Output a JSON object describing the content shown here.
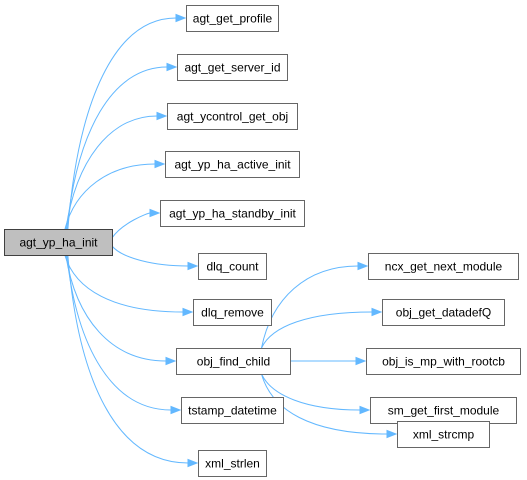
{
  "graph": {
    "root": {
      "id": "root",
      "label": "agt_yp_ha_init",
      "selected": true
    },
    "nodes": [
      {
        "id": "n1",
        "label": "agt_get_profile"
      },
      {
        "id": "n2",
        "label": "agt_get_server_id"
      },
      {
        "id": "n3",
        "label": "agt_ycontrol_get_obj"
      },
      {
        "id": "n4",
        "label": "agt_yp_ha_active_init"
      },
      {
        "id": "n5",
        "label": "agt_yp_ha_standby_init"
      },
      {
        "id": "n6",
        "label": "dlq_count"
      },
      {
        "id": "n7",
        "label": "dlq_remove"
      },
      {
        "id": "n8",
        "label": "obj_find_child"
      },
      {
        "id": "n9",
        "label": "tstamp_datetime"
      },
      {
        "id": "n10",
        "label": "xml_strlen"
      },
      {
        "id": "n11",
        "label": "ncx_get_next_module"
      },
      {
        "id": "n12",
        "label": "obj_get_datadefQ"
      },
      {
        "id": "n13",
        "label": "obj_is_mp_with_rootcb"
      },
      {
        "id": "n14",
        "label": "sm_get_first_module"
      },
      {
        "id": "n15",
        "label": "xml_strcmp"
      }
    ],
    "edges": [
      {
        "from": "root",
        "to": "n1"
      },
      {
        "from": "root",
        "to": "n2"
      },
      {
        "from": "root",
        "to": "n3"
      },
      {
        "from": "root",
        "to": "n4"
      },
      {
        "from": "root",
        "to": "n5"
      },
      {
        "from": "root",
        "to": "n6"
      },
      {
        "from": "root",
        "to": "n7"
      },
      {
        "from": "root",
        "to": "n8"
      },
      {
        "from": "root",
        "to": "n9"
      },
      {
        "from": "root",
        "to": "n10"
      },
      {
        "from": "n8",
        "to": "n11"
      },
      {
        "from": "n8",
        "to": "n12"
      },
      {
        "from": "n8",
        "to": "n13"
      },
      {
        "from": "n8",
        "to": "n14"
      },
      {
        "from": "n8",
        "to": "n15"
      }
    ],
    "colors": {
      "edge": "#63b8ff",
      "root_fill": "#bfbfbf",
      "node_border": "#666666"
    }
  }
}
